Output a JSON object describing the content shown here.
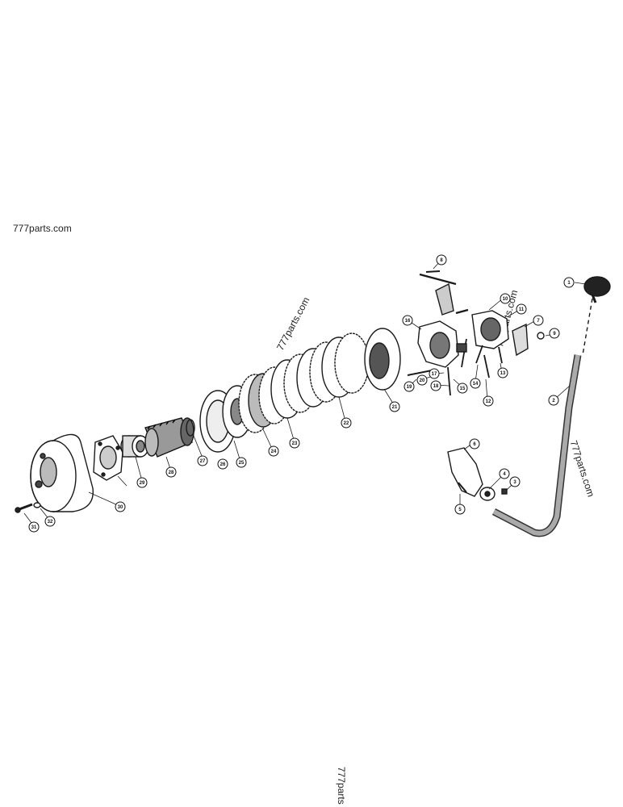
{
  "watermarks": [
    {
      "text": "777parts.com"
    },
    {
      "text": "777parts.com"
    },
    {
      "text": "777parts.com"
    },
    {
      "text": "777parts.com"
    },
    {
      "text": "777parts"
    }
  ],
  "callouts": [
    "1",
    "2",
    "3",
    "4",
    "5",
    "6",
    "7",
    "8",
    "9",
    "10",
    "11",
    "12",
    "13",
    "14",
    "15",
    "16",
    "17",
    "18",
    "19",
    "20",
    "21",
    "22",
    "23",
    "24",
    "25",
    "26",
    "27",
    "28",
    "29",
    "30",
    "31",
    "32"
  ],
  "colors": {
    "ink": "#1a1a1a",
    "paper": "#ffffff"
  }
}
